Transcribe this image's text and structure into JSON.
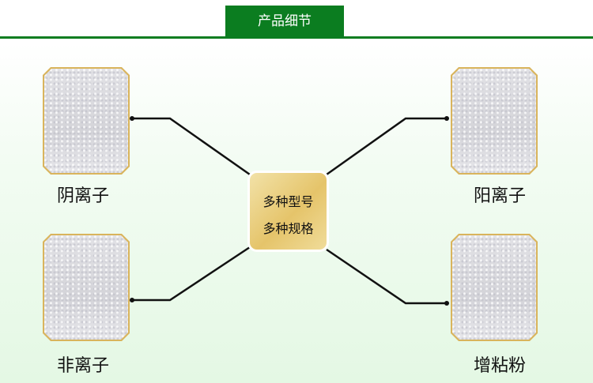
{
  "header": {
    "title": "产品细节"
  },
  "center": {
    "line1": "多种型号",
    "line2": "多种规格"
  },
  "products": [
    {
      "label": "阴离子"
    },
    {
      "label": "非离子"
    },
    {
      "label": "阳离子"
    },
    {
      "label": "增粘粉"
    }
  ],
  "colors": {
    "brand": "#0b7d20",
    "gold": "#e5c46a"
  }
}
